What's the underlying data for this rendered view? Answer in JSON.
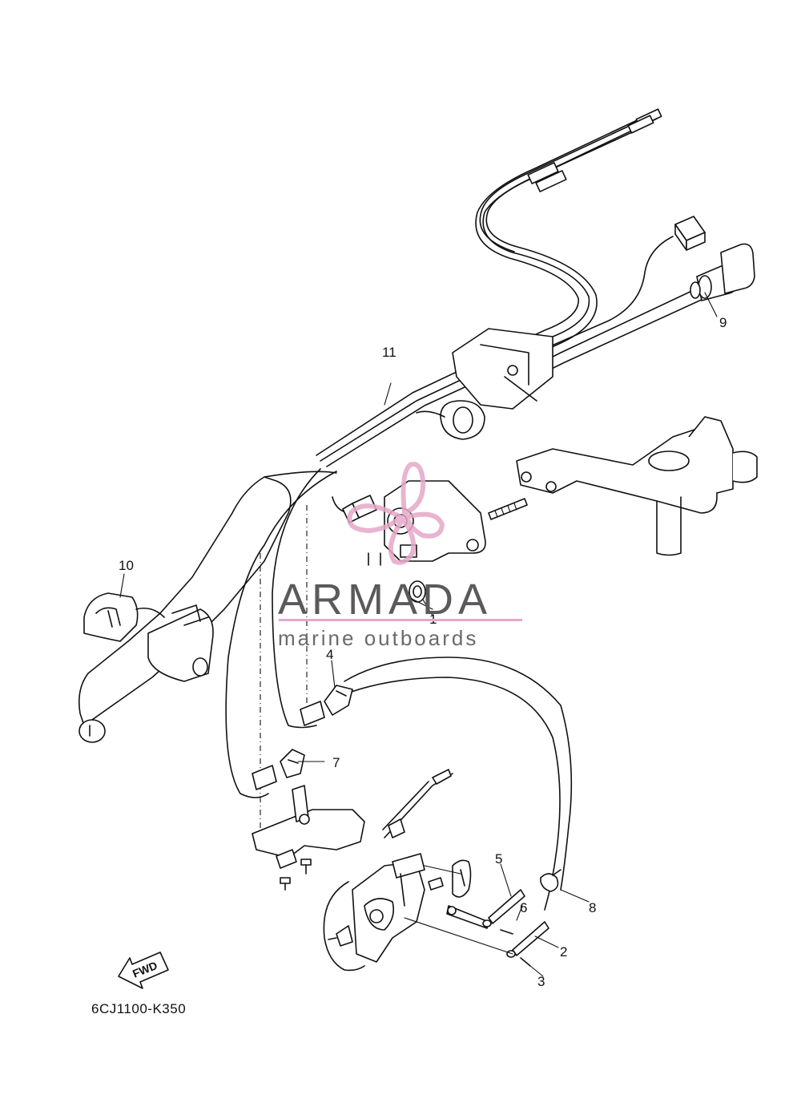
{
  "diagram": {
    "part_code": "6CJ1100-K350",
    "direction_label": "FWD",
    "callouts": [
      {
        "id": "c1",
        "label": "1"
      },
      {
        "id": "c2",
        "label": "2"
      },
      {
        "id": "c3",
        "label": "3"
      },
      {
        "id": "c4",
        "label": "4"
      },
      {
        "id": "c5",
        "label": "5"
      },
      {
        "id": "c6",
        "label": "6"
      },
      {
        "id": "c7",
        "label": "7"
      },
      {
        "id": "c8",
        "label": "8"
      },
      {
        "id": "c9",
        "label": "9"
      },
      {
        "id": "c10",
        "label": "10"
      },
      {
        "id": "c11",
        "label": "11"
      }
    ]
  },
  "watermark": {
    "brand": "ARMADA",
    "tagline": "marine outboards",
    "accent_color": "#e6a8c8",
    "text_color": "#5a5a5a"
  }
}
